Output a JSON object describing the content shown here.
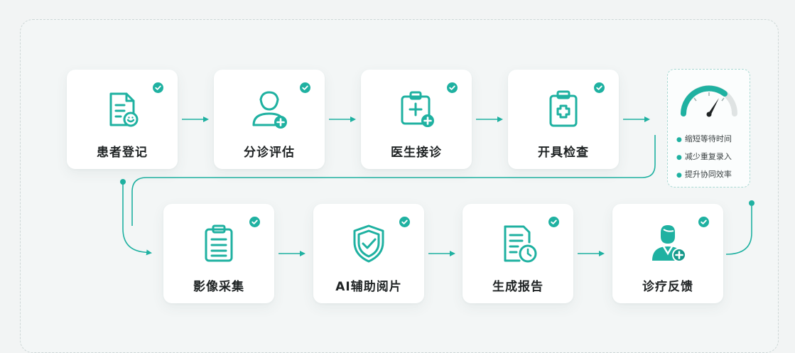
{
  "steps": [
    {
      "label": "患者登记",
      "icon": "registration-form-icon"
    },
    {
      "label": "分诊评估",
      "icon": "doctor-add-icon"
    },
    {
      "label": "医生接诊",
      "icon": "medical-clipboard-icon"
    },
    {
      "label": "开具检查",
      "icon": "exam-order-icon"
    },
    {
      "label": "影像采集",
      "icon": "imaging-clipboard-icon"
    },
    {
      "label": "AI辅助阅片",
      "icon": "shield-check-icon"
    },
    {
      "label": "生成报告",
      "icon": "report-document-icon"
    },
    {
      "label": "诊疗反馈",
      "icon": "doctor-feedback-icon"
    }
  ],
  "benefits": {
    "icon": "speedometer-icon",
    "items": [
      "缩短等待时间",
      "减少重复录入",
      "提升协同效率"
    ]
  },
  "colors": {
    "accent": "#1fb1a1",
    "accent_dark": "#15988a",
    "text": "#1f2324"
  }
}
